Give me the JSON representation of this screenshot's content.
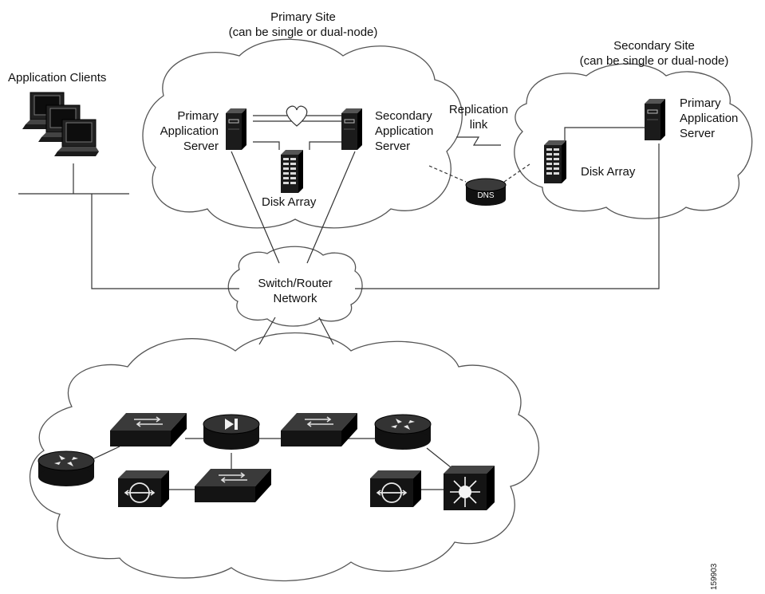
{
  "primary_site": {
    "title": "Primary Site",
    "subtitle": "(can be single or dual-node)",
    "primary_server": {
      "line1": "Primary",
      "line2": "Application",
      "line3": "Server"
    },
    "secondary_server": {
      "line1": "Secondary",
      "line2": "Application",
      "line3": "Server"
    },
    "disk_array": "Disk Array"
  },
  "secondary_site": {
    "title": "Secondary Site",
    "subtitle": "(can be single or dual-node)",
    "primary_server": {
      "line1": "Primary",
      "line2": "Application",
      "line3": "Server"
    },
    "disk_array": "Disk Array"
  },
  "clients": {
    "label": "Application Clients"
  },
  "replication": {
    "line1": "Replication",
    "line2": "link"
  },
  "dns": {
    "label": "DNS"
  },
  "network": {
    "line1": "Switch/Router",
    "line2": "Network"
  },
  "figure_id": "159903",
  "colors": {
    "line": "#333333",
    "device": "#111111",
    "device_face": "#2a2a2a",
    "background": "#ffffff"
  }
}
